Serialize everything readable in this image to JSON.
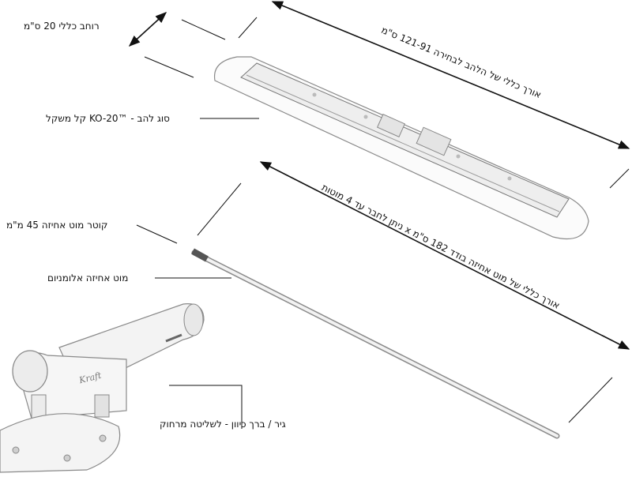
{
  "labels": {
    "overall_width": "רוחב כללי 20 ס\"מ",
    "blade_type": "סוג להב - ™KO-20 קל משקל",
    "handle_diameter": "קוטר מוט אחיזה 45 מ\"מ",
    "aluminum_handle": "מוט אחיזה אלומניום",
    "gear": "גיר / ברך כיוון - לשליטה מרחוק",
    "blade_length": "אורך כללי של הלהב לבחירה 121-91 ס\"מ",
    "handle_length": "אורך כללי של מוט אחיזה בודד 182 ס\"מ x ניתן לחבר עד 4 מוטות"
  },
  "brand": "Kraft",
  "colors": {
    "line": "#111111",
    "outline": "#8a8a8a",
    "shade": "#d8d8d8"
  }
}
